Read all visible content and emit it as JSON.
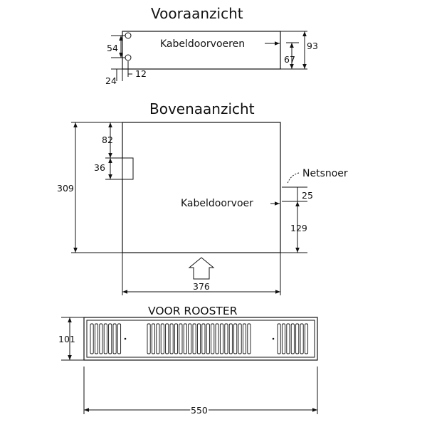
{
  "front_view": {
    "title": "Vooraanzicht",
    "callout": "Kabeldoorvoeren",
    "dims": {
      "hole_spacing": "54",
      "height_total": "93",
      "height_body": "67",
      "left_offset": "24",
      "hole_offset": "12"
    }
  },
  "top_view": {
    "title": "Bovenaanzicht",
    "callout_cord": "Netsnoer",
    "callout_entry": "Kabeldoorvoer",
    "dims": {
      "depth": "309",
      "top_to_box": "82",
      "box_height": "36",
      "cord_gap": "25",
      "entry_to_bottom": "129",
      "width": "376"
    }
  },
  "grille": {
    "title": "VOOR ROOSTER",
    "dims": {
      "height": "101",
      "width": "550"
    }
  }
}
